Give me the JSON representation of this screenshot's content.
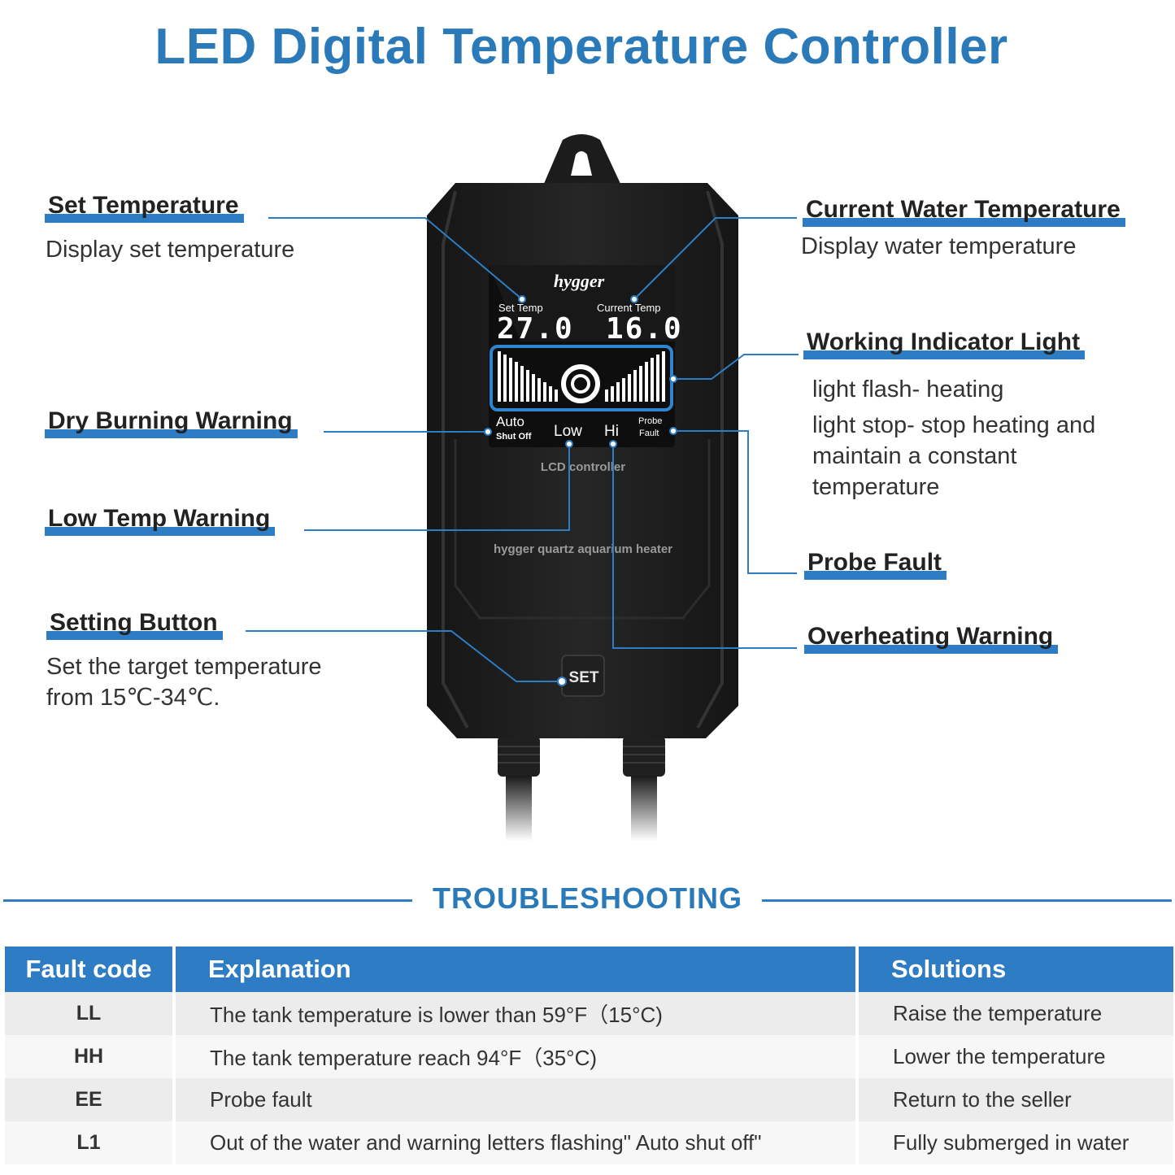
{
  "title": "LED Digital Temperature Controller",
  "labels": {
    "set_temperature": {
      "title": "Set Temperature",
      "desc": "Display set temperature"
    },
    "current_water_temperature": {
      "title": "Current Water Temperature",
      "desc": "Display water temperature"
    },
    "working_indicator_light": {
      "title": "Working Indicator Light",
      "desc": [
        "light flash- heating",
        "light stop- stop heating and",
        "maintain a constant",
        "temperature"
      ]
    },
    "dry_burning_warning": {
      "title": "Dry Burning Warning"
    },
    "low_temp_warning": {
      "title": "Low Temp Warning"
    },
    "probe_fault": {
      "title": "Probe Fault"
    },
    "setting_button": {
      "title": "Setting Button",
      "desc": [
        "Set the target temperature",
        "from 15℃-34℃."
      ]
    },
    "overheating_warning": {
      "title": "Overheating Warning"
    }
  },
  "device": {
    "brand": "hygger",
    "set_temp_label": "Set Temp",
    "set_temp_value": "27.0",
    "current_temp_label": "Current Temp",
    "current_temp_value": "16.0",
    "auto_label": "Auto",
    "shut_off_label": "Shut Off",
    "low_label": "Low",
    "hi_label": "Hi",
    "probe_label": "Probe",
    "fault_label": "Fault",
    "lcd_controller_label": "LCD controller",
    "heater_label": "hygger quartz aquarium heater",
    "set_button_label": "SET"
  },
  "troubleshooting": {
    "heading": "TROUBLESHOOTING",
    "columns": [
      "Fault code",
      "Explanation",
      "Solutions"
    ],
    "rows": [
      {
        "code": "LL",
        "explanation": "The tank temperature is lower than 59°F（15°C)",
        "solution": "Raise the temperature"
      },
      {
        "code": "HH",
        "explanation": "The tank temperature reach 94°F（35°C)",
        "solution": "Lower the temperature"
      },
      {
        "code": "EE",
        "explanation": "Probe fault",
        "solution": "Return to the seller"
      },
      {
        "code": "L1",
        "explanation": "Out of the water and warning letters flashing\" Auto shut off\"",
        "solution": "Fully submerged in water"
      }
    ]
  },
  "colors": {
    "accent": "#2e7cc4",
    "title": "#2a7ab9",
    "device_body": "#1f1f1f",
    "lcd_frame": "#2e86d0"
  }
}
